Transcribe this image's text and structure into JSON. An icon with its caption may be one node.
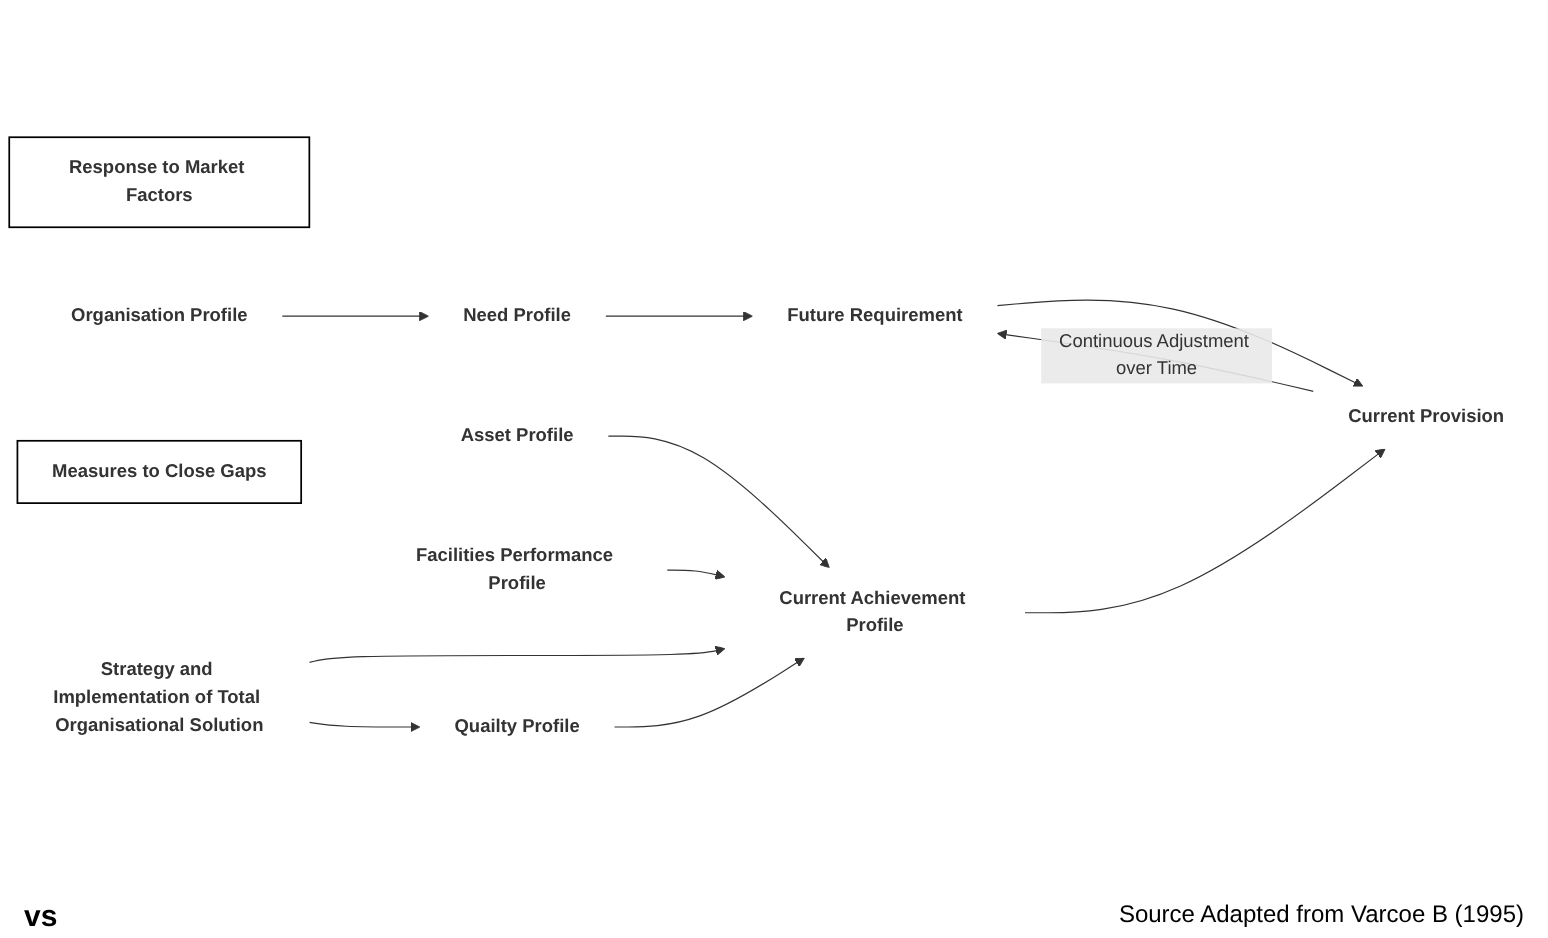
{
  "diagram": {
    "nodes": [
      {
        "text": [
          "Response to Market Factors"
        ]
      },
      {
        "text": [
          "Organisation Profile"
        ]
      },
      {
        "text": [
          "Need Profile"
        ]
      },
      {
        "text": [
          "Future Requirement"
        ]
      },
      {
        "text": [
          "Current Provision"
        ]
      },
      {
        "text": [
          "Asset Profile"
        ]
      },
      {
        "text": [
          "Facilities Performance Profile"
        ]
      },
      {
        "text": [
          "Quailty Profile"
        ]
      },
      {
        "text": [
          "Current Achievement Profile"
        ]
      },
      {
        "text": [
          "Measures to Close Gaps"
        ]
      },
      {
        "text": [
          "Strategy and Implementation of Total Organisational Solution"
        ]
      }
    ],
    "edges": [
      {
        "from": 1,
        "to": 2,
        "arrow": "to"
      },
      {
        "from": 2,
        "to": 3,
        "arrow": "to"
      },
      {
        "from": 3,
        "to": 4,
        "arrow": "to"
      },
      {
        "from": 4,
        "to": 3,
        "arrow": "to",
        "label": "Continuous Adjustment over Time"
      },
      {
        "from": 5,
        "to": 8,
        "arrow": "to"
      },
      {
        "from": 6,
        "to": 8,
        "arrow": "to"
      },
      {
        "from": 7,
        "to": 8,
        "arrow": "to"
      },
      {
        "from": 8,
        "to": 4,
        "arrow": "to"
      },
      {
        "from": 10,
        "to": 8,
        "arrow": "to"
      },
      {
        "from": 10,
        "to": 7,
        "arrow": "to"
      }
    ],
    "labels": [
      "vs",
      "Source Adapted from Varcoe B (1995)"
    ]
  }
}
